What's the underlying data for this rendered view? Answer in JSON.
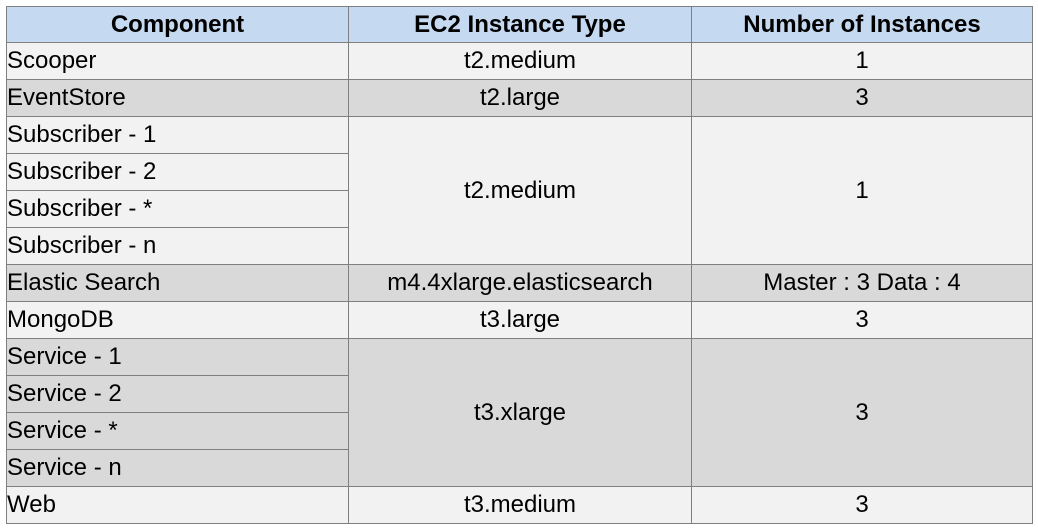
{
  "table": {
    "headers": [
      "Component",
      "EC2 Instance Type",
      "Number of Instances"
    ],
    "rows": {
      "scooper": {
        "component": "Scooper",
        "type": "t2.medium",
        "count": "1"
      },
      "eventstore": {
        "component": "EventStore",
        "type": "t2.large",
        "count": "3"
      },
      "subscribers": {
        "components": [
          "Subscriber - 1",
          "Subscriber - 2",
          "Subscriber - *",
          "Subscriber - n"
        ],
        "type": "t2.medium",
        "count": "1"
      },
      "elastic": {
        "component": "Elastic Search",
        "type": "m4.4xlarge.elasticsearch",
        "count": "Master : 3 Data : 4"
      },
      "mongodb": {
        "component": "MongoDB",
        "type": "t3.large",
        "count": "3"
      },
      "services": {
        "components": [
          "Service - 1",
          "Service - 2",
          "Service - *",
          "Service - n"
        ],
        "type": "t3.xlarge",
        "count": "3"
      },
      "web": {
        "component": "Web",
        "type": "t3.medium",
        "count": "3"
      }
    }
  },
  "colors": {
    "header_fill": "#c5d9f1",
    "light_fill": "#f2f2f2",
    "dark_fill": "#d9d9d9",
    "border": "#7f7f7f"
  }
}
